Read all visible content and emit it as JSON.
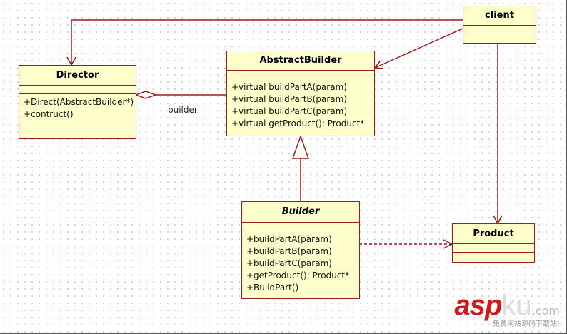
{
  "colors": {
    "border": "#9b1c1c",
    "fill": "#ffffcc",
    "line": "#9b1c1c"
  },
  "classes": {
    "client": {
      "name": "client",
      "operations": []
    },
    "director": {
      "name": "Director",
      "operations": [
        "+Direct(AbstractBuilder*)",
        "+contruct()"
      ]
    },
    "abstract_builder": {
      "name": "AbstractBuilder",
      "operations": [
        "+virtual buildPartA(param)",
        "+virtual buildPartB(param)",
        "+virtual buildPartC(param)",
        "+virtual getProduct(): Product*"
      ]
    },
    "builder": {
      "name": "Builder",
      "operations": [
        "+buildPartA(param)",
        "+buildPartB(param)",
        "+buildPartC(param)",
        "+getProduct(): Product*",
        "+BuildPart()"
      ]
    },
    "product": {
      "name": "Product",
      "operations": []
    }
  },
  "relations": {
    "aggregation_label": "builder"
  },
  "watermark": {
    "brand_red": "asp",
    "brand_gray": "ku",
    ".com": ".com",
    "domain": ".com",
    "tagline": "免费网站源码下载站!"
  }
}
